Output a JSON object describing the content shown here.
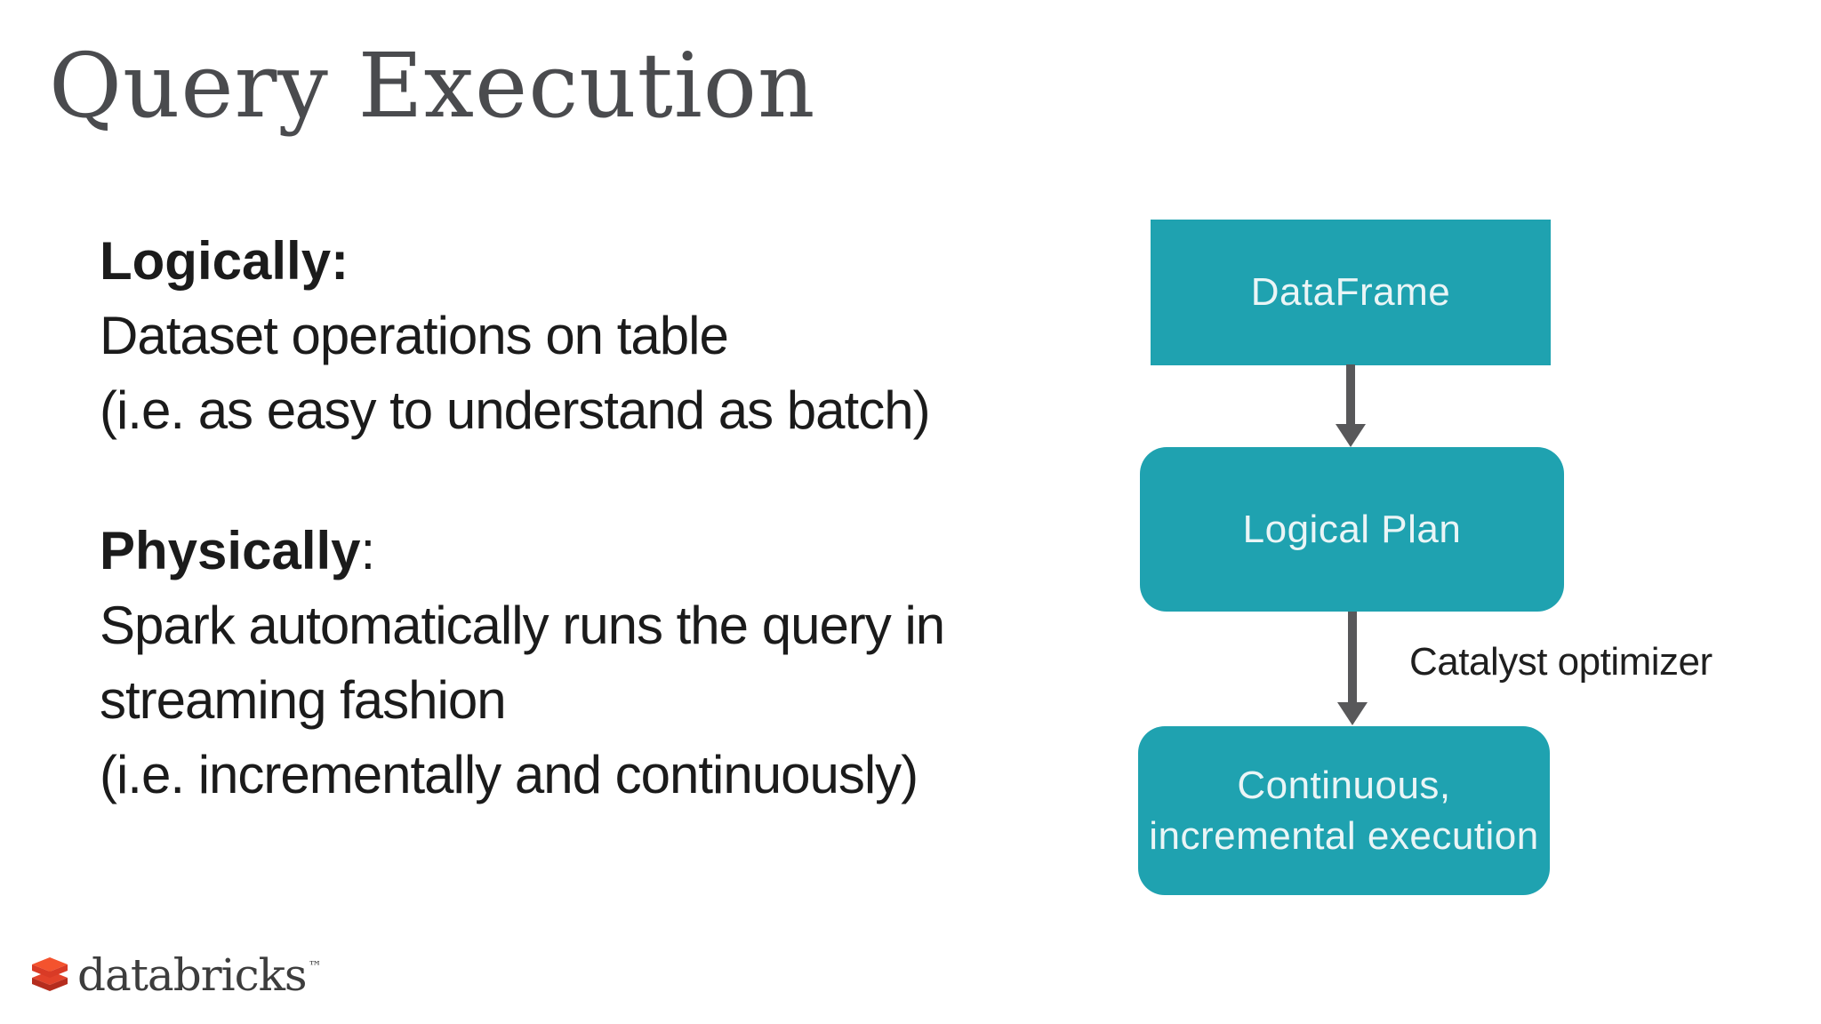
{
  "slide": {
    "title": "Query Execution",
    "body": {
      "paragraphs": [
        {
          "heading_bold": "Logically:",
          "heading_rest": "",
          "lines": [
            "Dataset operations on table",
            "(i.e. as easy to understand as batch)"
          ]
        },
        {
          "heading_bold": "Physically",
          "heading_rest": ":",
          "lines": [
            "Spark automatically runs the query in",
            "streaming fashion",
            "(i.e. incrementally and continuously)"
          ]
        }
      ]
    },
    "diagram": {
      "nodes": [
        {
          "id": "dataframe",
          "label": "DataFrame"
        },
        {
          "id": "logical-plan",
          "label": "Logical Plan"
        },
        {
          "id": "continuous-incremental",
          "label": "Continuous,\nincremental execution"
        }
      ],
      "arrow_label": "Catalyst optimizer"
    },
    "footer": {
      "brand_wordmark": "databricks",
      "trademark_symbol": "™"
    }
  },
  "colors": {
    "teal": "#1FA2B0",
    "arrow-gray": "#58585A",
    "title-gray": "#4A4B4E",
    "body-text": "#1B1B1B",
    "box-text": "#EAF5F6",
    "catalyst-label": "#1F1F1F",
    "brand-red-top": "#F4532E",
    "brand-red-front": "#D93B26",
    "brand-red-bottom-top": "#E2422A",
    "brand-red-bottom-front": "#B52D1E",
    "brand-wordmark-gray": "#3D3D3D"
  }
}
